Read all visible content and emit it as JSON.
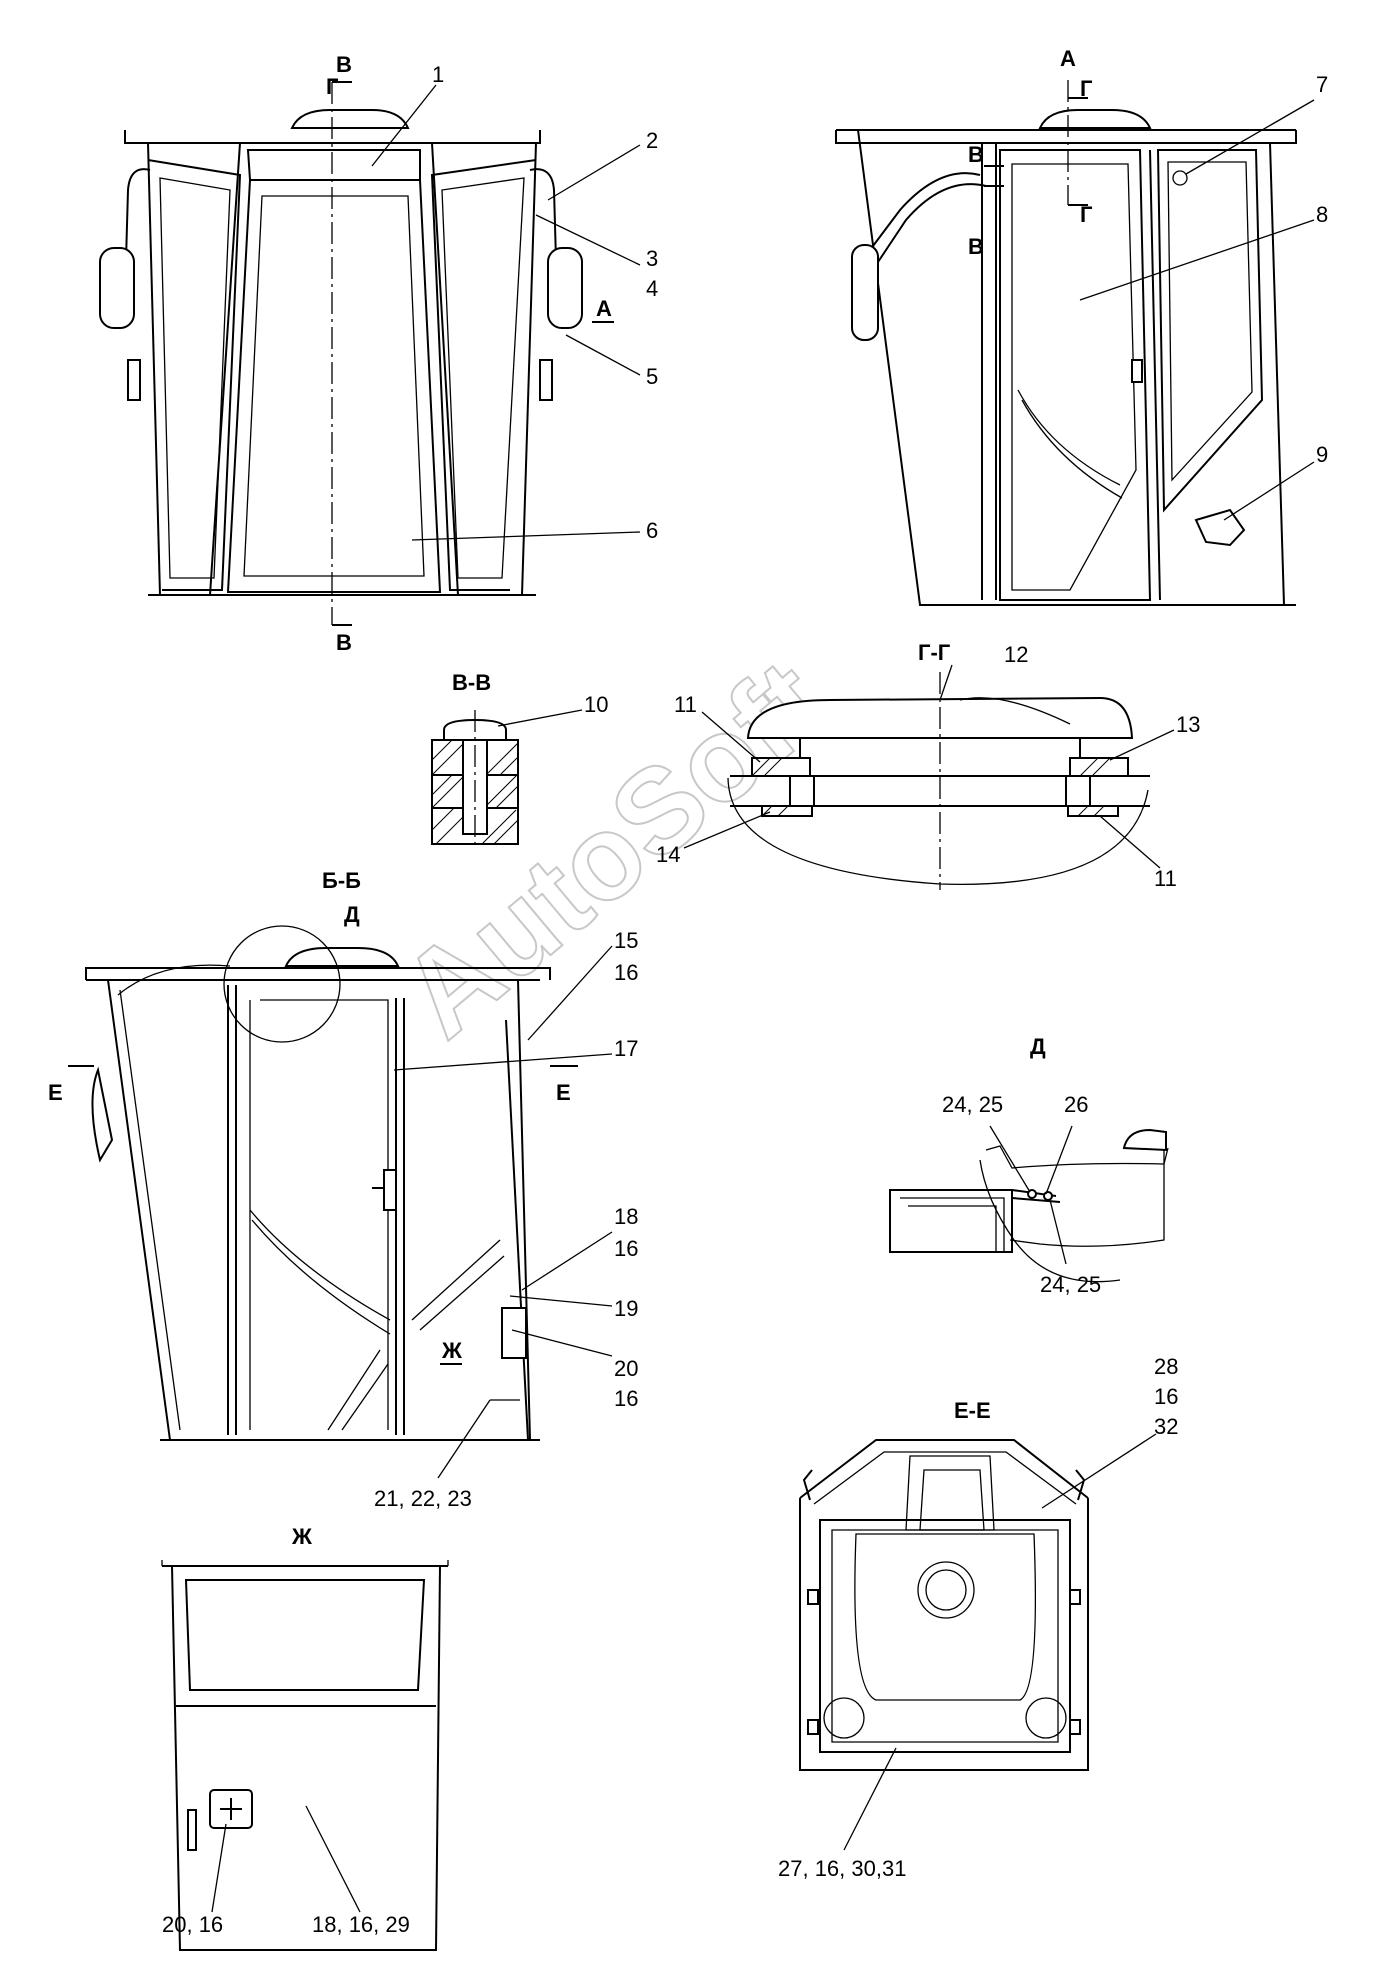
{
  "watermark": "AutoSoft",
  "sections": {
    "vv": "В-В",
    "gg": "Г-Г",
    "bb": "Б-Б",
    "d_top": "Д",
    "d": "Д",
    "ee": "Е-Е",
    "zh": "Ж"
  },
  "markers": {
    "front_v_top": "В",
    "front_g_top": "Г",
    "front_v_bottom": "В",
    "front_a": "А",
    "side_a": "А",
    "side_g_top": "Г",
    "side_g_bottom": "Г",
    "side_v_top": "В",
    "side_v_bottom": "В",
    "bb_e_left": "Е",
    "bb_e_right": "Е",
    "bb_zh": "Ж"
  },
  "callouts": {
    "c1": "1",
    "c2": "2",
    "c3": "3",
    "c4": "4",
    "c5": "5",
    "c6": "6",
    "c7": "7",
    "c8": "8",
    "c9": "9",
    "c10": "10",
    "c11a": "11",
    "c11b": "11",
    "c12": "12",
    "c13": "13",
    "c14": "14",
    "c15": "15",
    "c16a": "16",
    "c17": "17",
    "c18": "18",
    "c16b": "16",
    "c19": "19",
    "c20": "20",
    "c16c": "16",
    "c212223": "21, 22, 23",
    "c2425a": "24, 25",
    "c26": "26",
    "c2425b": "24, 25",
    "c28": "28",
    "c16d": "16",
    "c32": "32",
    "c27163031": "27, 16, 30,31",
    "c2016": "20, 16",
    "c181629": "18, 16, 29"
  }
}
